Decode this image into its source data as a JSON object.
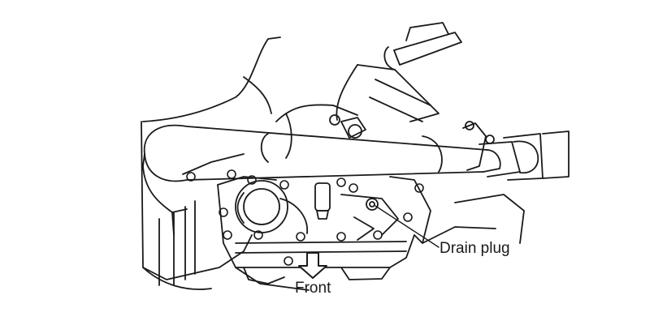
{
  "diagram": {
    "labels": {
      "drain_plug": "Drain plug",
      "front": "Front"
    },
    "icons": [
      "front-direction-arrow-icon",
      "leader-line"
    ],
    "colors": {
      "line": "#1a1a1a",
      "background": "#ffffff"
    }
  }
}
